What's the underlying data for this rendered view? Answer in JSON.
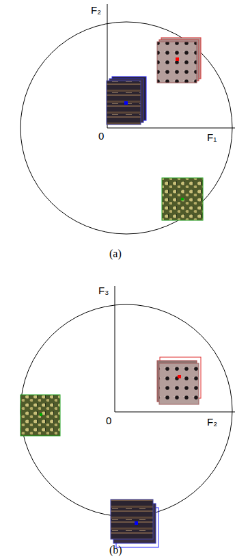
{
  "diagram": {
    "labels": [
      "F₂",
      "0",
      "F₁",
      "(a)",
      "F₃",
      "0",
      "F₂",
      "(b)"
    ]
  }
}
